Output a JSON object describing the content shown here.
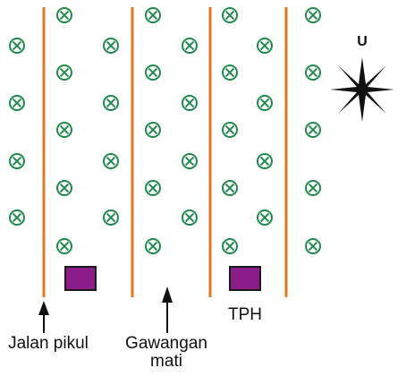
{
  "labels": {
    "jalan_pikul": "Jalan pikul",
    "gawangan_mati_line1": "Gawangan",
    "gawangan_mati_line2": "mati",
    "tph": "TPH",
    "compass_north": "U"
  },
  "legend_icons": {
    "palm_tree": "circle-cross-icon",
    "tph_box": "square-icon",
    "compass": "compass-star-icon",
    "direction_arrow": "arrow-up-icon"
  },
  "colors": {
    "path_lines": "#e07a1f",
    "palm_symbol": "#1f8a4c",
    "tph_fill": "#8b1d8b",
    "tph_stroke": "#1a1a1a",
    "text": "#111111"
  }
}
